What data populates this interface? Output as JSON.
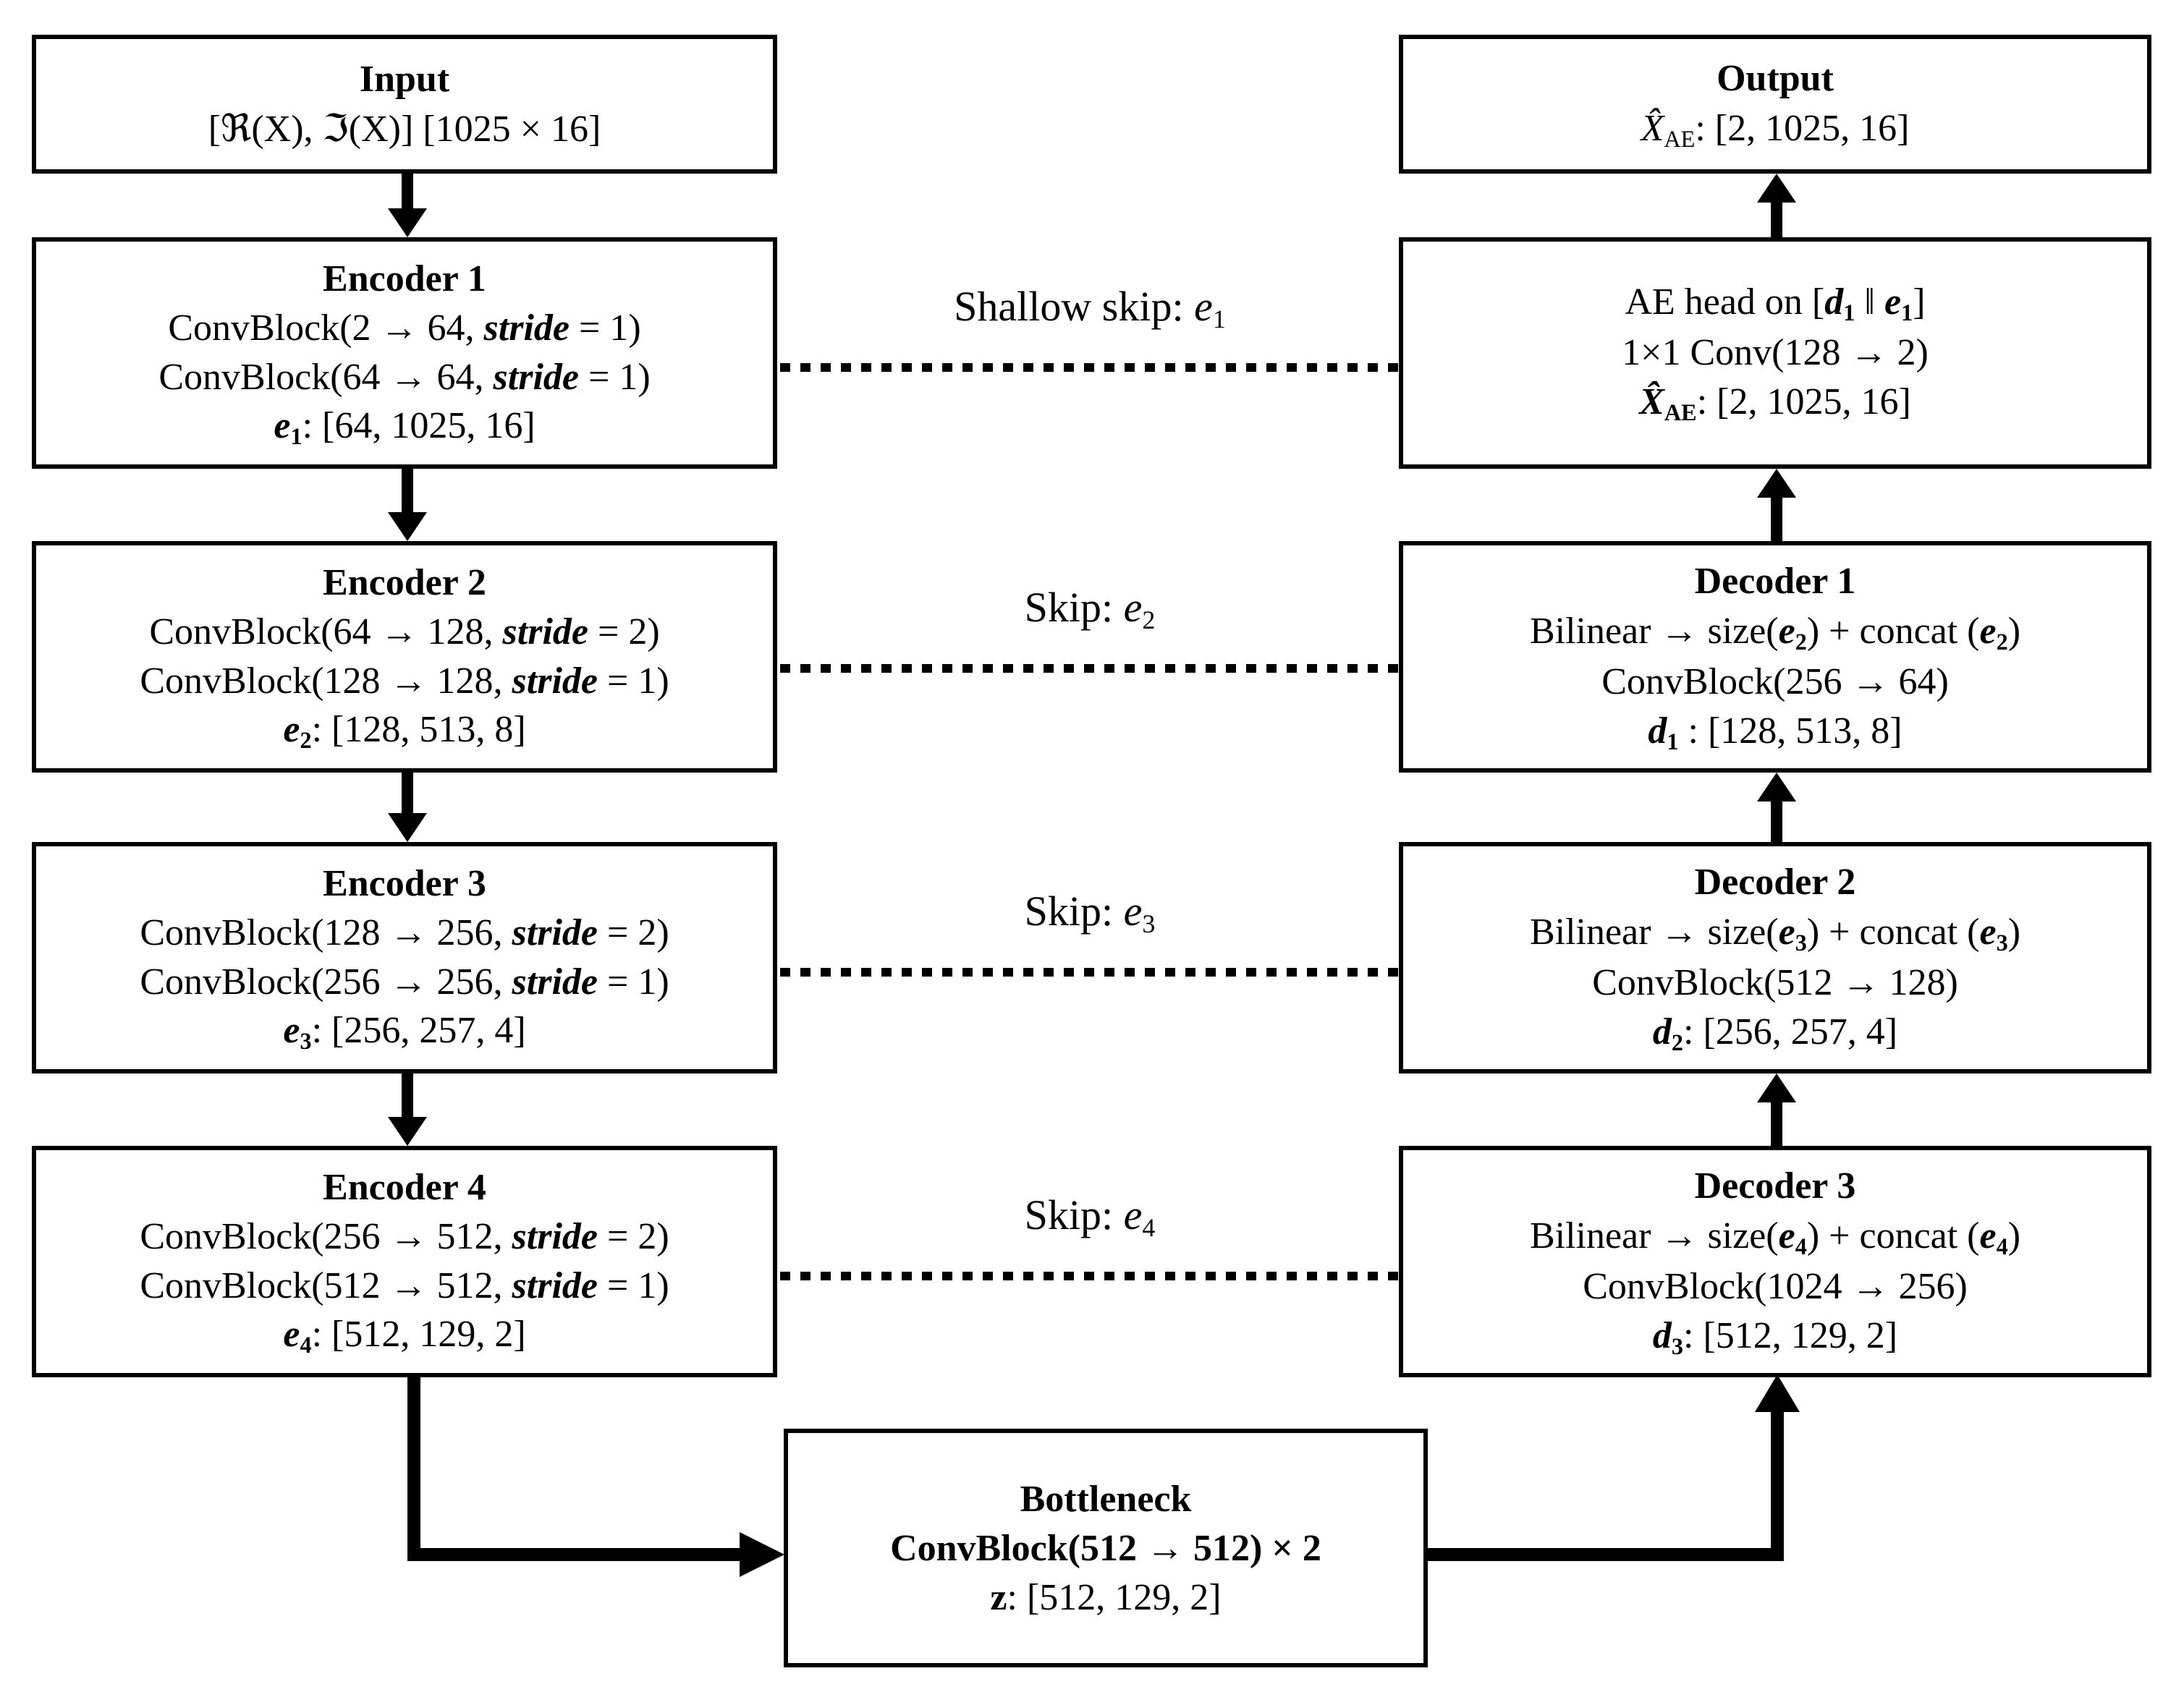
{
  "diagram": {
    "title": "Skip-connected convolutional autoencoder architecture",
    "colors": {
      "stroke": "#000000",
      "background": "#ffffff",
      "text": "#000000"
    }
  },
  "input": {
    "title": "Input",
    "shape": "[ℜ(X), ℑ(X)] [1025 × 16]"
  },
  "output": {
    "title": "Output",
    "shape": "X̂_AE: [2, 1025, 16]",
    "symbol": "X",
    "subscript": "AE",
    "dims": ": [2, 1025, 16]"
  },
  "encoders": [
    {
      "title": "Encoder 1",
      "line1": "ConvBlock(2 → 64, stride = 1)",
      "line1_pre": "ConvBlock(2 → 64, ",
      "line1_it": "stride",
      "line1_post": " = 1)",
      "line2_pre": "ConvBlock(64 → 64, ",
      "line2_it": "stride",
      "line2_post": " = 1)",
      "out_symbol": "e",
      "out_sub": "1",
      "out_dims": ": [64, 1025, 16]"
    },
    {
      "title": "Encoder 2",
      "line1_pre": "ConvBlock(64 → 128, ",
      "line1_it": "stride",
      "line1_post": " = 2)",
      "line2_pre": "ConvBlock(128 → 128, ",
      "line2_it": "stride",
      "line2_post": " = 1)",
      "out_symbol": "e",
      "out_sub": "2",
      "out_dims": ": [128, 513, 8]"
    },
    {
      "title": "Encoder 3",
      "line1_pre": "ConvBlock(128 → 256, ",
      "line1_it": "stride",
      "line1_post": " = 2)",
      "line2_pre": "ConvBlock(256 → 256, ",
      "line2_it": "stride",
      "line2_post": " = 1)",
      "out_symbol": "e",
      "out_sub": "3",
      "out_dims": ": [256, 257, 4]"
    },
    {
      "title": "Encoder 4",
      "line1_pre": "ConvBlock(256 → 512, ",
      "line1_it": "stride",
      "line1_post": " = 2)",
      "line2_pre": "ConvBlock(512 → 512, ",
      "line2_it": "stride",
      "line2_post": " = 1)",
      "out_symbol": "e",
      "out_sub": "4",
      "out_dims": ": [512, 129, 2]"
    }
  ],
  "ae_head": {
    "line1_pre": "AE head on [",
    "line1_d": "d",
    "line1_d_sub": "1",
    "line1_mid": " ‖ ",
    "line1_e": "e",
    "line1_e_sub": "1",
    "line1_post": "]",
    "line2": "1×1 Conv(128 → 2)",
    "out_symbol": "X",
    "out_sub": "AE",
    "out_dims": ": [2, 1025, 16]"
  },
  "decoders": [
    {
      "title": "Decoder 1",
      "line1_pre": "Bilinear → size(",
      "line1_e": "e",
      "line1_e_sub": "2",
      "line1_mid": ") + concat (",
      "line1_e2": "e",
      "line1_e2_sub": "2",
      "line1_post": ")",
      "line2": "ConvBlock(256 → 64)",
      "out_symbol": "d",
      "out_sub": "1",
      "out_dims": " : [128, 513, 8]"
    },
    {
      "title": "Decoder 2",
      "line1_pre": "Bilinear → size(",
      "line1_e": "e",
      "line1_e_sub": "3",
      "line1_mid": ") + concat (",
      "line1_e2": "e",
      "line1_e2_sub": "3",
      "line1_post": ")",
      "line2": "ConvBlock(512 → 128)",
      "out_symbol": "d",
      "out_sub": "2",
      "out_dims": ": [256, 257, 4]"
    },
    {
      "title": "Decoder 3",
      "line1_pre": "Bilinear → size(",
      "line1_e": "e",
      "line1_e_sub": "4",
      "line1_mid": ") + concat (",
      "line1_e2": "e",
      "line1_e2_sub": "4",
      "line1_post": ")",
      "line2": "ConvBlock(1024 → 256)",
      "out_symbol": "d",
      "out_sub": "3",
      "out_dims": ": [512, 129, 2]"
    }
  ],
  "bottleneck": {
    "title": "Bottleneck",
    "line1": "ConvBlock(512 → 512) × 2",
    "out_symbol": "z",
    "out_dims": ": [512, 129, 2]"
  },
  "skips": [
    {
      "label_pre": "Shallow skip: ",
      "symbol": "e",
      "sub": "1"
    },
    {
      "label_pre": "Skip: ",
      "symbol": "e",
      "sub": "2"
    },
    {
      "label_pre": "Skip: ",
      "symbol": "e",
      "sub": "3"
    },
    {
      "label_pre": "Skip: ",
      "symbol": "e",
      "sub": "4"
    }
  ]
}
